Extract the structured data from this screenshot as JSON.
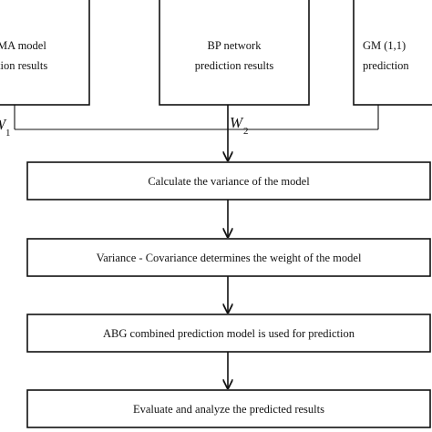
{
  "top_boxes": {
    "left": {
      "line1": "MA model",
      "line2": "tion results"
    },
    "middle": {
      "line1": "BP network",
      "line2": "prediction results"
    },
    "right": {
      "line1": "GM (1,1)",
      "line2": "prediction"
    }
  },
  "weights": {
    "w1": {
      "symbol": "W",
      "sub": "1"
    },
    "w2": {
      "symbol": "W",
      "sub": "2"
    }
  },
  "steps": [
    "Calculate the variance of the model",
    "Variance - Covariance determines the weight of the model",
    "ABG combined prediction model is used for prediction",
    "Evaluate and analyze the predicted results"
  ],
  "colors": {
    "stroke": "#111111",
    "background": "#ffffff"
  }
}
